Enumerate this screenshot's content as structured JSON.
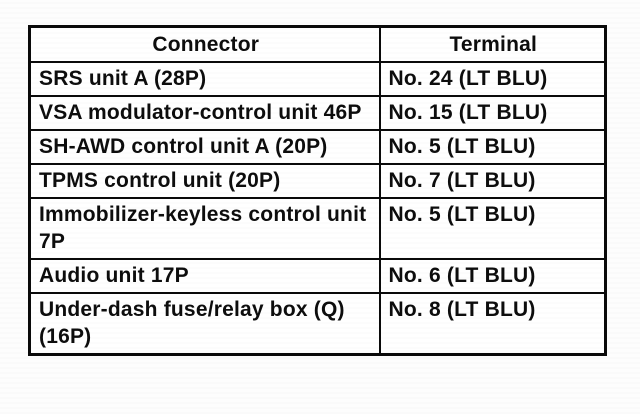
{
  "table": {
    "headers": {
      "connector": "Connector",
      "terminal": "Terminal"
    },
    "rows": [
      {
        "connector": "SRS unit A (28P)",
        "terminal": "No. 24 (LT BLU)"
      },
      {
        "connector": "VSA modulator-control unit 46P",
        "terminal": "No. 15 (LT BLU)"
      },
      {
        "connector": "SH-AWD control unit A (20P)",
        "terminal": "No. 5 (LT BLU)"
      },
      {
        "connector": "TPMS control unit (20P)",
        "terminal": "No. 7 (LT BLU)"
      },
      {
        "connector": "Immobilizer-keyless control unit 7P",
        "terminal": "No. 5 (LT BLU)"
      },
      {
        "connector": "Audio unit 17P",
        "terminal": "No. 6 (LT BLU)"
      },
      {
        "connector": "Under-dash fuse/relay box (Q) (16P)",
        "terminal": "No. 8 (LT BLU)"
      }
    ]
  }
}
